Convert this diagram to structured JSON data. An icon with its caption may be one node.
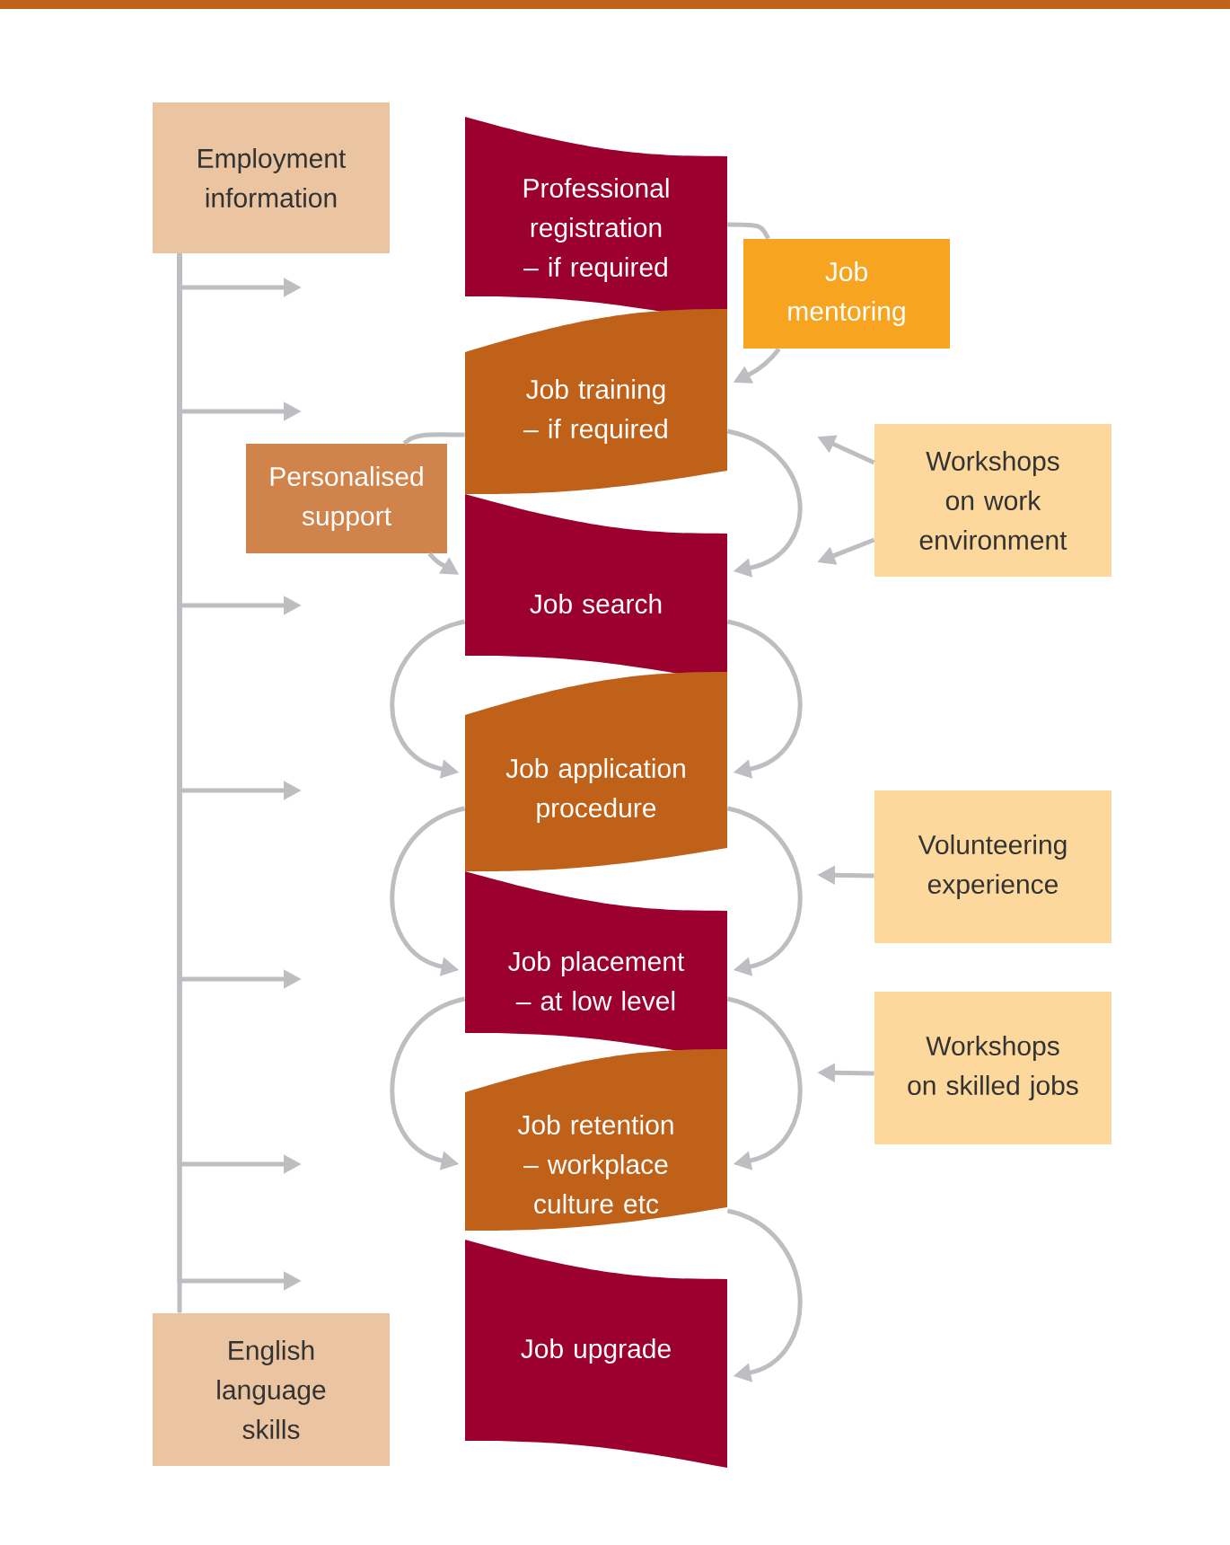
{
  "diagram": {
    "nodes": [
      {
        "text": [
          "Employment information"
        ]
      },
      {
        "text": [
          "Professional registration – if required"
        ]
      },
      {
        "text": [
          "Job mentoring"
        ]
      },
      {
        "text": [
          "Job training – if required"
        ]
      },
      {
        "text": [
          "Workshops on work environment"
        ]
      },
      {
        "text": [
          "Personalised support"
        ]
      },
      {
        "text": [
          "Job search"
        ]
      },
      {
        "text": [
          "Job application procedure"
        ]
      },
      {
        "text": [
          "Volunteering experience"
        ]
      },
      {
        "text": [
          "Job placement – at low level"
        ]
      },
      {
        "text": [
          "Workshops on skilled jobs"
        ]
      },
      {
        "text": [
          "Job retention – workplace culture etc"
        ]
      },
      {
        "text": [
          "Job upgrade"
        ]
      },
      {
        "text": [
          "English language skills"
        ]
      }
    ],
    "edges": [
      {
        "from": 0,
        "to": 13,
        "arrow": "none"
      },
      {
        "from": 0,
        "to": null,
        "arrow": "to"
      },
      {
        "from": 0,
        "to": null,
        "arrow": "to"
      },
      {
        "from": 0,
        "to": null,
        "arrow": "to"
      },
      {
        "from": 0,
        "to": null,
        "arrow": "to"
      },
      {
        "from": 0,
        "to": null,
        "arrow": "to"
      },
      {
        "from": 0,
        "to": null,
        "arrow": "to"
      },
      {
        "from": 0,
        "to": null,
        "arrow": "to"
      },
      {
        "from": 1,
        "to": 2,
        "arrow": "none"
      },
      {
        "from": 2,
        "to": 3,
        "arrow": "to"
      },
      {
        "from": 3,
        "to": 5,
        "arrow": "none"
      },
      {
        "from": 5,
        "to": 6,
        "arrow": "to"
      },
      {
        "from": 3,
        "to": 6,
        "arrow": "to"
      },
      {
        "from": 4,
        "to": null,
        "arrow": "to"
      },
      {
        "from": 4,
        "to": null,
        "arrow": "to"
      },
      {
        "from": 6,
        "to": 7,
        "arrow": "to"
      },
      {
        "from": 6,
        "to": 7,
        "arrow": "to"
      },
      {
        "from": 7,
        "to": 9,
        "arrow": "to"
      },
      {
        "from": 7,
        "to": 9,
        "arrow": "to"
      },
      {
        "from": 8,
        "to": null,
        "arrow": "to"
      },
      {
        "from": 9,
        "to": 11,
        "arrow": "to"
      },
      {
        "from": 9,
        "to": 11,
        "arrow": "to"
      },
      {
        "from": 10,
        "to": null,
        "arrow": "to"
      },
      {
        "from": 11,
        "to": 12,
        "arrow": "to"
      }
    ]
  }
}
